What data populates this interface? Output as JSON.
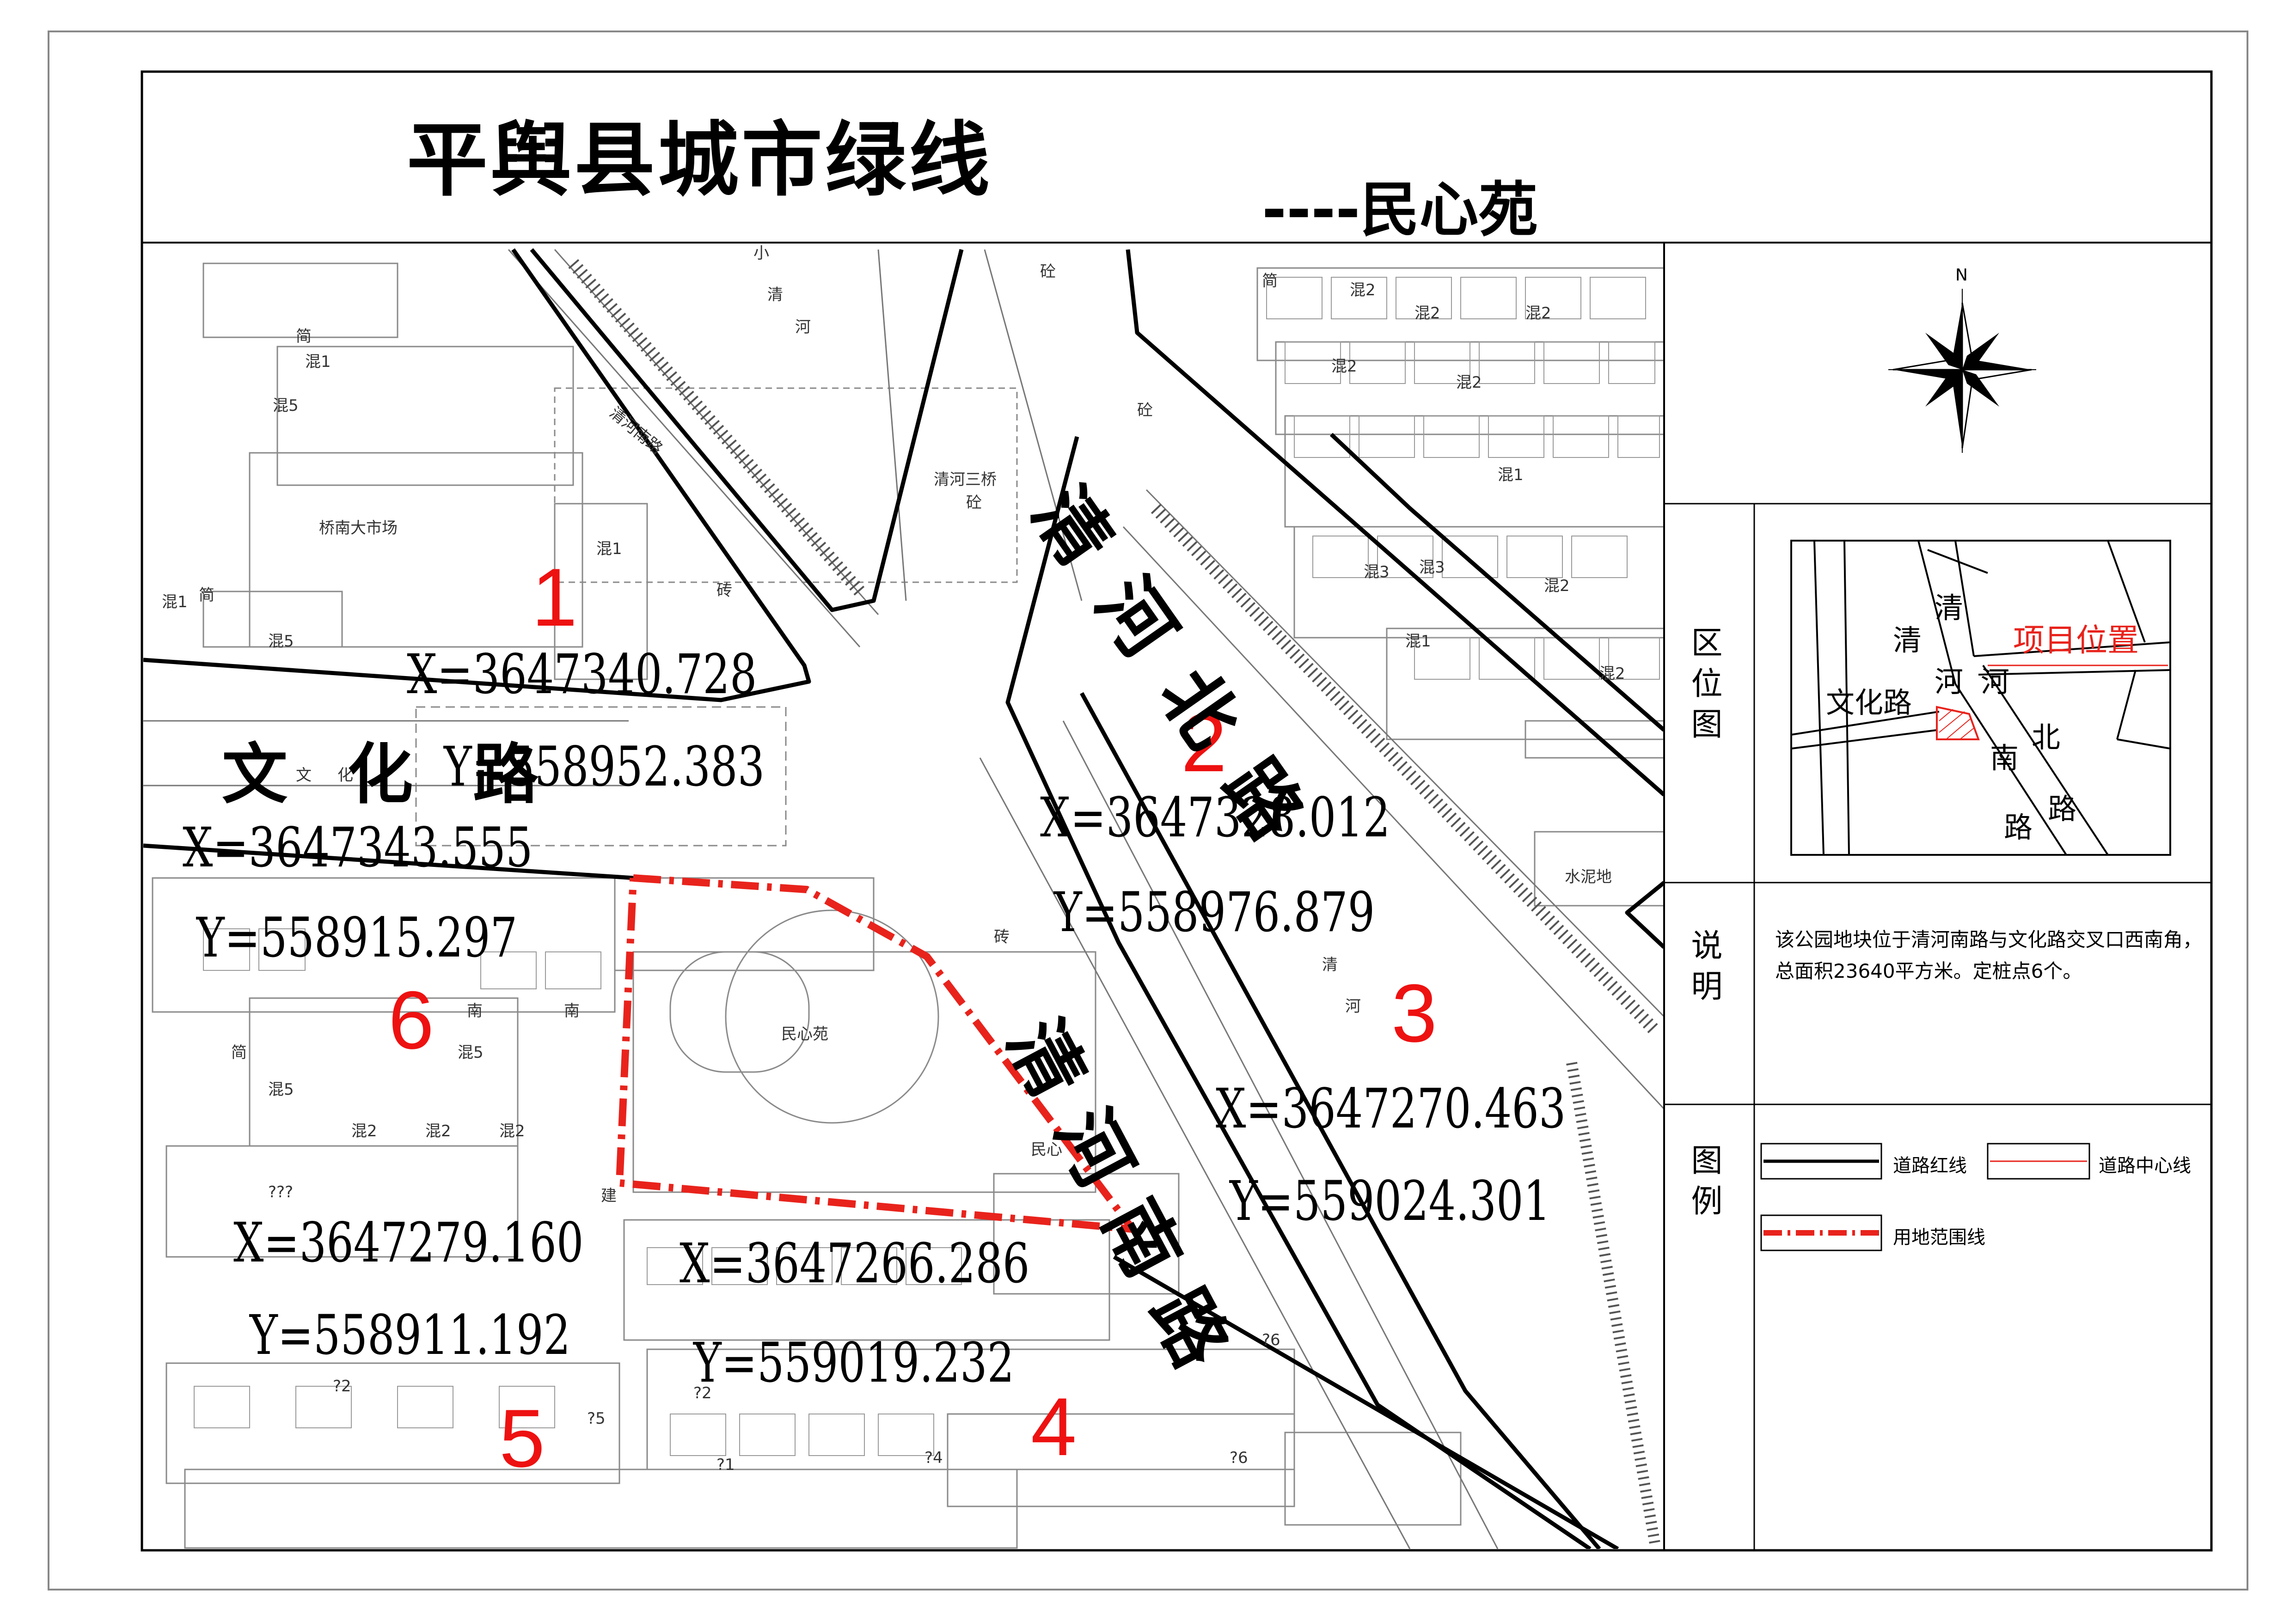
{
  "header": {
    "title": "平舆县城市绿线",
    "subtitle": "----民心苑"
  },
  "colors": {
    "red_line": "#000000",
    "boundary": "#e8231c",
    "number_markers": "#ee1111"
  },
  "map": {
    "road_names": {
      "wenhua": "文 化 路",
      "qinghe_north": "清河北路",
      "qinghe_south": "清河南路"
    },
    "stake_numbers": [
      "1",
      "2",
      "3",
      "4",
      "5",
      "6"
    ],
    "coordinates": [
      {
        "x": "X=3647340.728",
        "y": "Y=558952.383"
      },
      {
        "x": "X=3647328.012",
        "y": "Y=558976.879"
      },
      {
        "x": "X=3647270.463",
        "y": "Y=559024.301"
      },
      {
        "x": "X=3647266.286",
        "y": "Y=559019.232"
      },
      {
        "x": "X=3647279.160",
        "y": "Y=558911.192"
      },
      {
        "x": "X=3647343.555",
        "y": "Y=558915.297"
      }
    ],
    "small_labels": {
      "qiaonan_market": "桥南大市场",
      "park_name": "民心苑",
      "cement_ground": "水泥地",
      "qinghe_sanqiao": "清河三桥",
      "qinghe_nanlu": "清河南路",
      "hun1": "混1",
      "hun2": "混2",
      "hun3": "混3",
      "hun5": "混5",
      "jian": "简",
      "zhuan": "砖",
      "tong": "砼",
      "wen": "文",
      "hua": "化",
      "nan": "南",
      "qing": "清",
      "he": "河",
      "xiao": "小",
      "min_xin": "民心",
      "jian_build": "建",
      "q2": "?2",
      "q4": "?4",
      "q6": "?6",
      "q5": "?5",
      "q1": "?1",
      "qq": "???"
    }
  },
  "side_panel": {
    "compass_letter": "N",
    "location_label": "区位图",
    "location_map": {
      "qing1": "清",
      "qing2": "清",
      "he1": "河",
      "he2": "河",
      "wenhua": "文化路",
      "nan": "南",
      "bei": "北",
      "lu1": "路",
      "lu2": "路",
      "project": "项目位置"
    },
    "description_label": "说明",
    "description": "该公园地块位于清河南路与文化路交叉口西南角，总面积23640平方米。定桩点6个。",
    "legend_label": "图例",
    "legend": {
      "red_line": "道路红线",
      "center_line": "道路中心线",
      "boundary": "用地范围线"
    }
  }
}
